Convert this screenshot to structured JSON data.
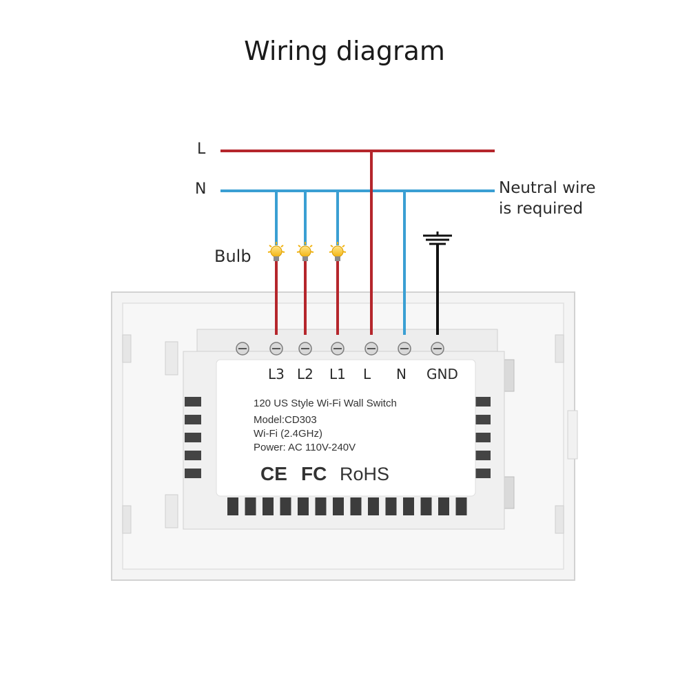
{
  "title": "Wiring diagram",
  "wires": {
    "live_label": "L",
    "neutral_label": "N",
    "live_color": "#b5262c",
    "neutral_color": "#3a9fd3",
    "ground_color": "#111111"
  },
  "neutral_note": {
    "line1": "Neutral wire",
    "line2": "is required"
  },
  "bulb_label": "Bulb",
  "terminals": [
    "L3",
    "L2",
    "L1",
    "L",
    "N",
    "GND"
  ],
  "device_label": {
    "line1": "120 US Style Wi-Fi Wall Switch",
    "line2": "Model:CD303",
    "line3": "Wi-Fi (2.4GHz)",
    "line4": "Power: AC 110V-240V",
    "marks": [
      "CE",
      "FC",
      "RoHS"
    ]
  }
}
